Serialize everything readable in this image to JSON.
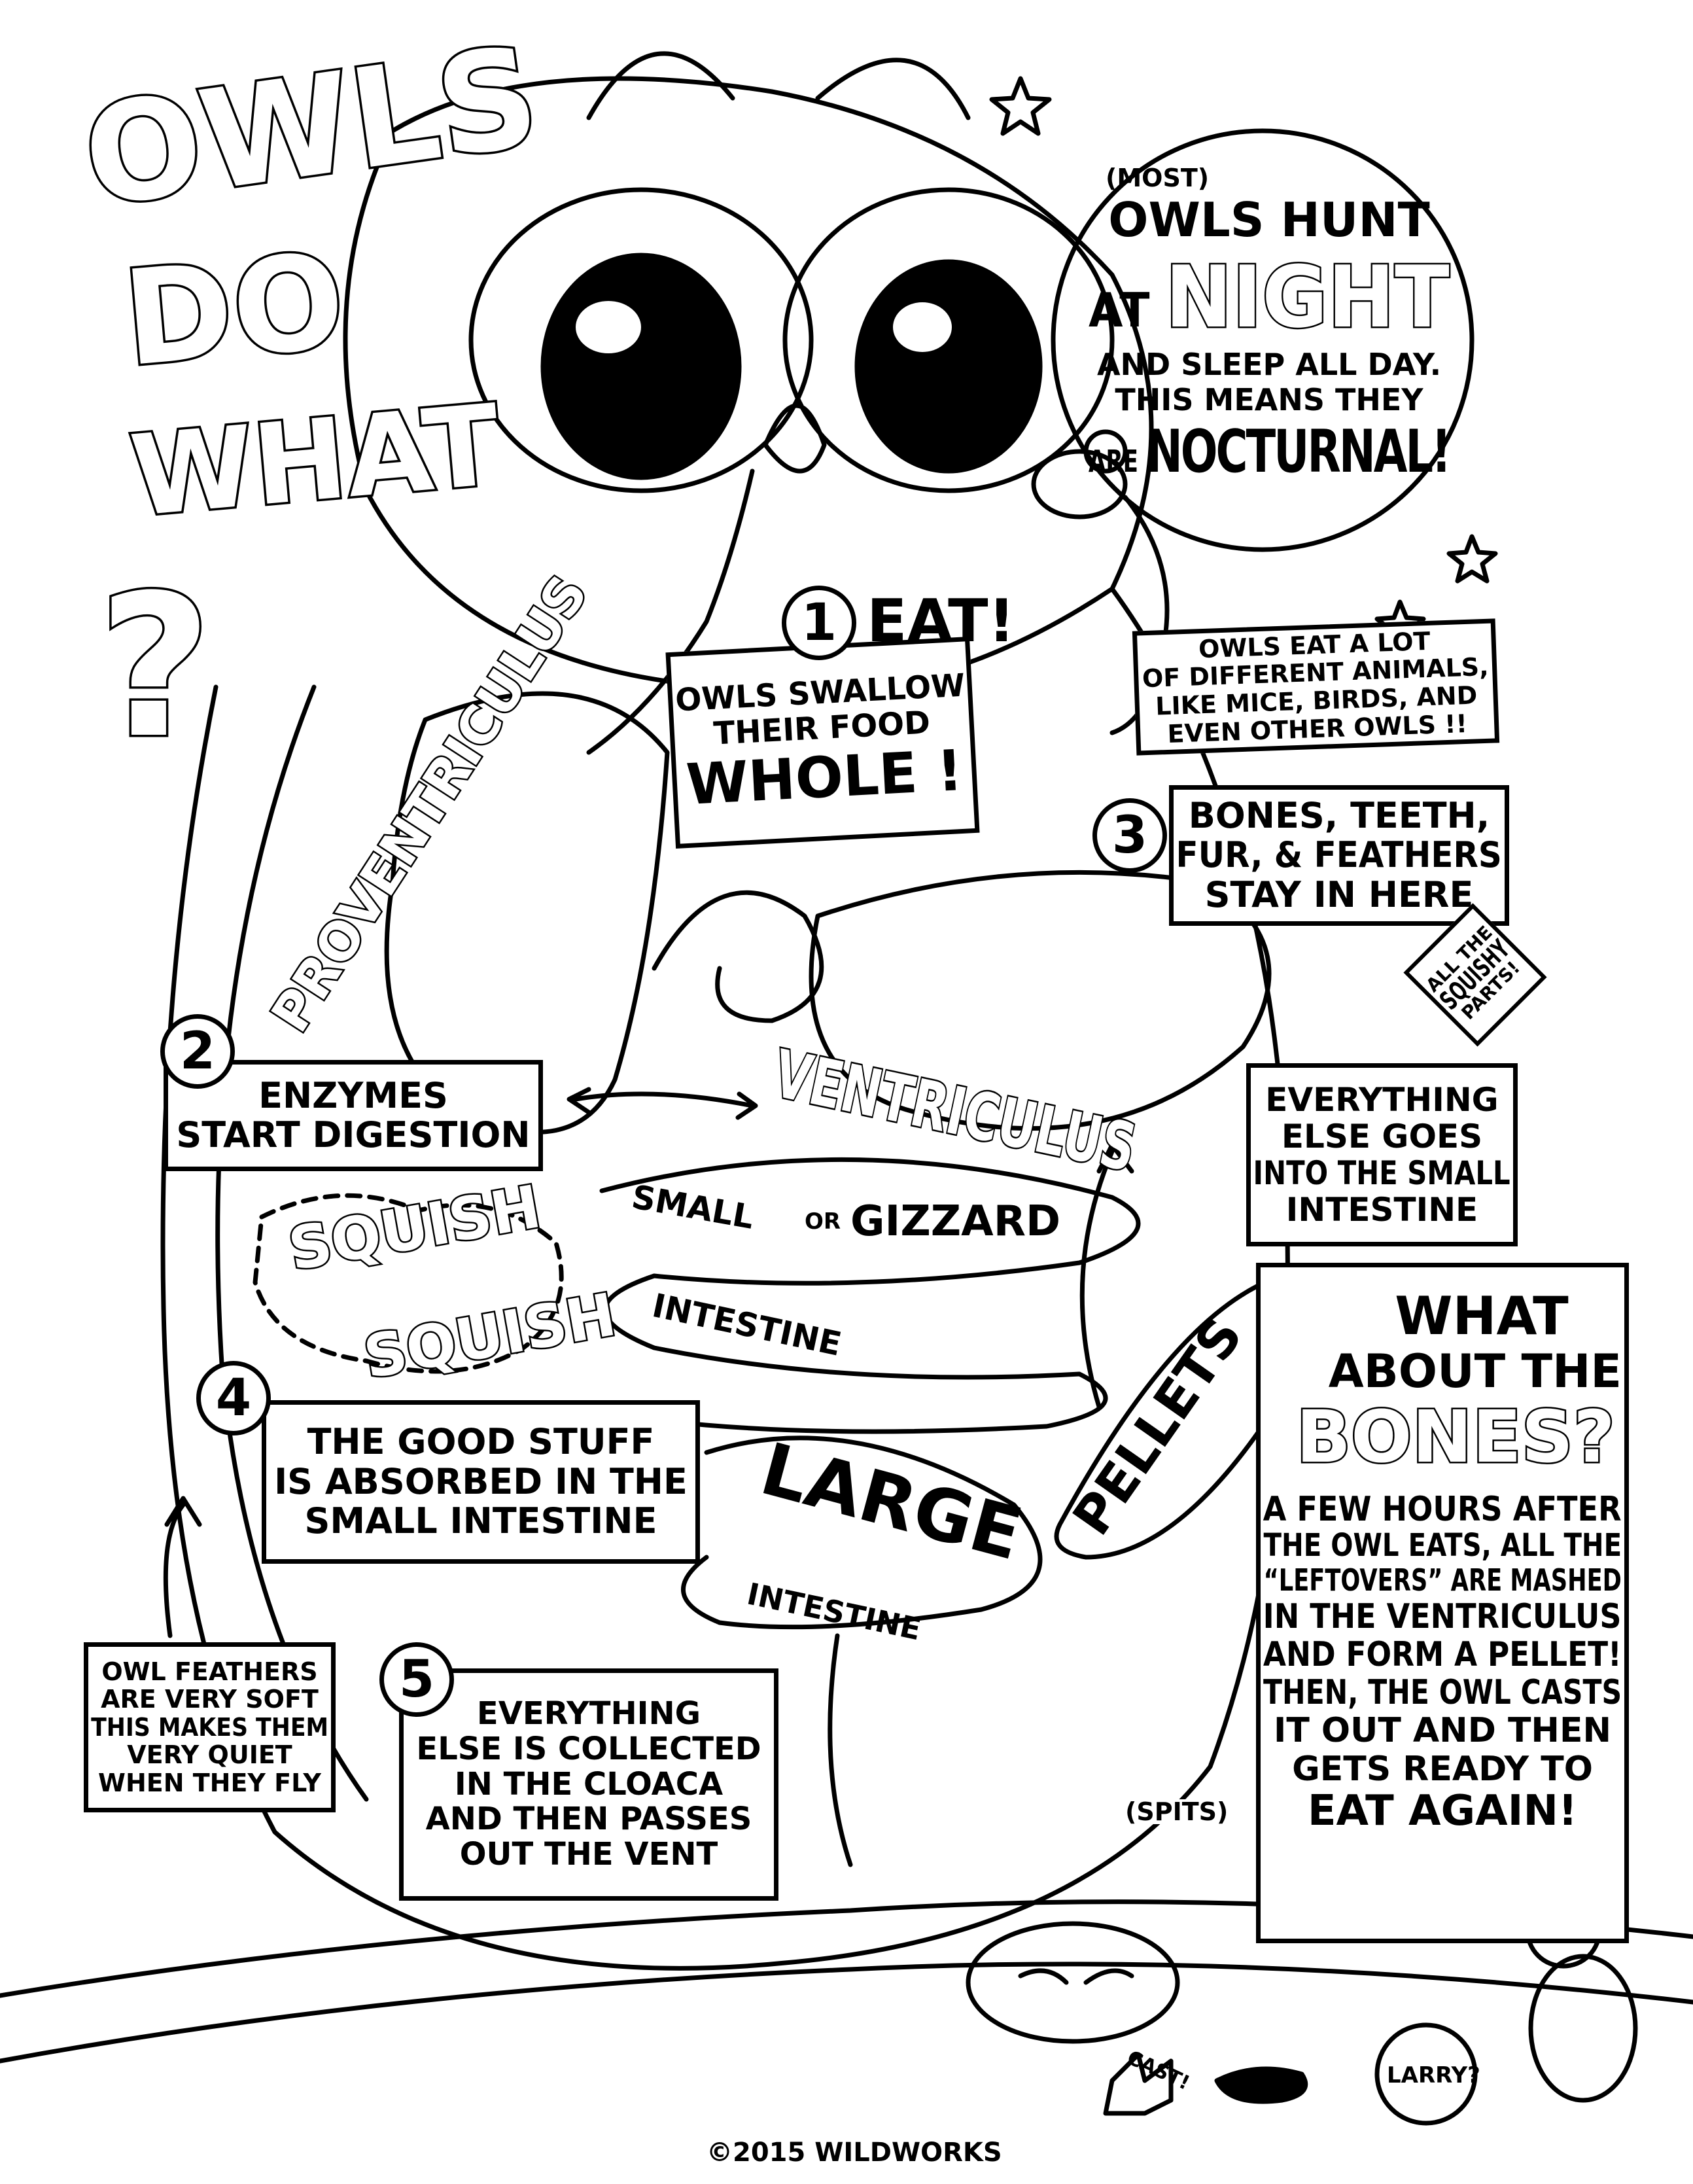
{
  "title": {
    "line1": "OWLS",
    "line2": "DO",
    "line3": "WHAT",
    "mark": "?"
  },
  "night_bubble": {
    "aside": "(MOST)",
    "line1": "OWLS HUNT",
    "line2a": "AT",
    "line2b": "NIGHT",
    "line3": "AND SLEEP ALL DAY.",
    "line4": "THIS MEANS THEY",
    "line5a": "ARE",
    "line5b": "NOCTURNAL!"
  },
  "diet_box": {
    "lines": [
      "OWLS EAT A LOT",
      "OF DIFFERENT ANIMALS,",
      "LIKE MICE, BIRDS, AND",
      "EVEN OTHER OWLS !!"
    ]
  },
  "steps": [
    {
      "number": "1",
      "heading": "EAT!",
      "lines": [
        "OWLS SWALLOW",
        "THEIR FOOD"
      ],
      "emphasis": "WHOLE !"
    },
    {
      "number": "2",
      "lines": [
        "ENZYMES",
        "START DIGESTION"
      ]
    },
    {
      "number": "3",
      "lines": [
        "BONES, TEETH,",
        "FUR, & FEATHERS",
        "STAY IN HERE"
      ]
    },
    {
      "number": "4",
      "lines": [
        "THE GOOD STUFF",
        "IS ABSORBED IN THE",
        "SMALL INTESTINE"
      ]
    },
    {
      "number": "5",
      "lines": [
        "EVERYTHING",
        "ELSE IS COLLECTED",
        "IN THE CLOACA",
        "AND THEN PASSES",
        "OUT THE VENT"
      ]
    }
  ],
  "squishy_tag": {
    "lines": [
      "ALL THE",
      "SQUISHY",
      "PARTS!"
    ]
  },
  "everything_else_box": {
    "lines": [
      "EVERYTHING",
      "ELSE GOES",
      "INTO THE SMALL",
      "INTESTINE"
    ]
  },
  "labels": {
    "proventriculus": "PROVENTRICULUS",
    "ventriculus": "VENTRICULUS",
    "or": "OR",
    "gizzard": "GIZZARD",
    "squish1": "SQUISH",
    "squish2": "SQUISH",
    "small": "SMALL",
    "intestine_small": "INTESTINE",
    "large": "LARGE",
    "intestine_large": "INTESTINE",
    "pellets": "PELLETS",
    "cast": "CAST!",
    "larry": "LARRY?"
  },
  "feathers_box": {
    "lines": [
      "OWL FEATHERS",
      "ARE VERY SOFT",
      "THIS MAKES THEM",
      "VERY QUIET",
      "WHEN THEY FLY"
    ]
  },
  "bones_panel": {
    "heading1": "WHAT",
    "heading2": "ABOUT THE",
    "heading3": "BONES?",
    "lines": [
      "A FEW HOURS AFTER",
      "THE OWL EATS, ALL THE",
      "“LEFTOVERS” ARE MASHED",
      "IN THE VENTRICULUS",
      "AND FORM A PELLET!",
      "THEN, THE OWL CASTS",
      "IT OUT AND THEN",
      "GETS READY TO",
      "EAT AGAIN!"
    ],
    "aside": "(SPITS)"
  },
  "copyright": "©2015 WILDWORKS"
}
